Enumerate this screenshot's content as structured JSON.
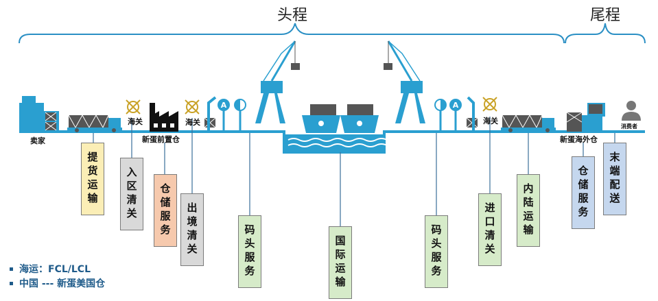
{
  "phases": {
    "head": "头程",
    "tail": "尾程"
  },
  "nodes": {
    "seller": "卖家",
    "customs_1": "海关",
    "pre_warehouse": "新蛋前置仓",
    "customs_2": "海关",
    "customs_3": "海关",
    "overseas_warehouse": "新蛋海外仓",
    "consumer": "消费者"
  },
  "icons": {
    "port_sign_a": "A",
    "port_sign_b": "A"
  },
  "services": [
    {
      "id": "pickup",
      "text": "提货运输",
      "color": "#fbeeb6"
    },
    {
      "id": "entry_clearance",
      "text": "入区清关",
      "color": "#d9d9d9"
    },
    {
      "id": "storage",
      "text": "仓储服务",
      "color": "#f6c9ad"
    },
    {
      "id": "export_clearance",
      "text": "出境清关",
      "color": "#d9d9d9"
    },
    {
      "id": "terminal_1",
      "text": "码头服务",
      "color": "#d6ebc9"
    },
    {
      "id": "intl_transport",
      "text": "国际运输",
      "color": "#d6ebc9"
    },
    {
      "id": "terminal_2",
      "text": "码头服务",
      "color": "#d6ebc9"
    },
    {
      "id": "import_clearance",
      "text": "进口清关",
      "color": "#d6ebc9"
    },
    {
      "id": "inland_transport",
      "text": "内陆运输",
      "color": "#d6ebc9"
    },
    {
      "id": "warehouse_service",
      "text": "仓储服务",
      "color": "#c5d7ee"
    },
    {
      "id": "last_mile",
      "text": "末端配送",
      "color": "#c5d7ee"
    }
  ],
  "legend": [
    "海运：FCL/LCL",
    "中国 --- 新蛋美国仓"
  ],
  "colors": {
    "primary_blue": "#2a9fd0",
    "dark_gray": "#4d4d4d",
    "connector": "#3a6f9a"
  }
}
